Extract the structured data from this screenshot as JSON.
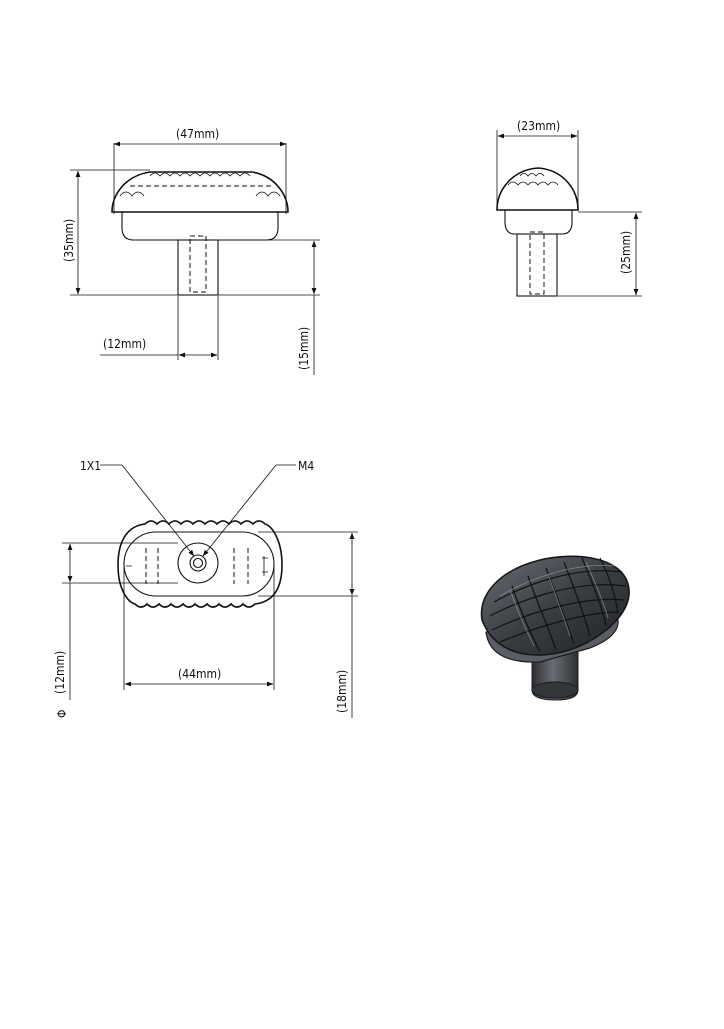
{
  "front_view": {
    "width_label": "(47mm)",
    "height_label": "(35mm)",
    "stem_diameter_label": "(12mm)",
    "stem_length_label": "(15mm)"
  },
  "side_view": {
    "width_label": "(23mm)",
    "height_label": "(25mm)"
  },
  "bottom_view": {
    "callout_left": "1X1",
    "callout_right": "M4",
    "inner_length_label": "(44mm)",
    "stem_diameter_label": "(12mm)",
    "diameter_symbol": "Φ",
    "depth_label": "(18mm)"
  },
  "render_3d": {
    "colors": {
      "body": "#3a3d42",
      "highlight": "#8a8e94",
      "stem": "#4a4d52"
    }
  }
}
